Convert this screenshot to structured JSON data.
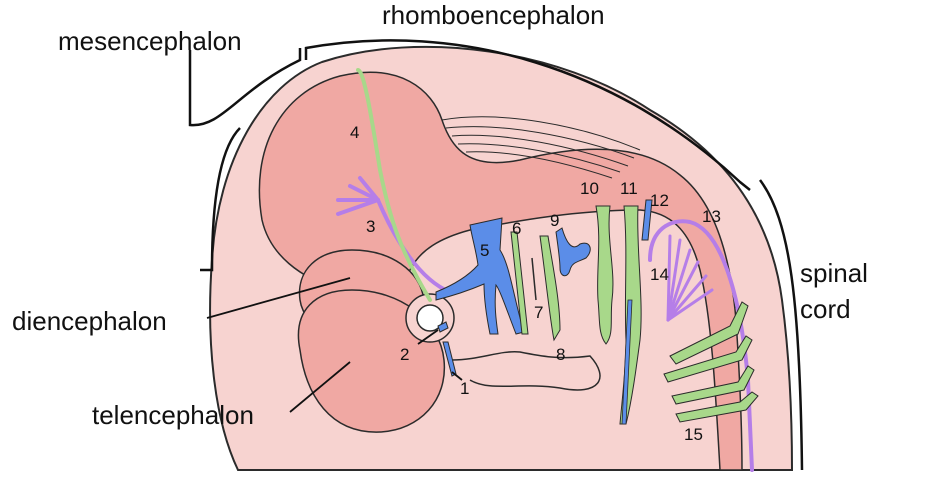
{
  "regions": {
    "mesencephalon": "mesencephalon",
    "rhombencephalon": "rhomboencephalon",
    "spinal_line1": "spinal",
    "spinal_line2": "cord",
    "diencephalon": "diencephalon",
    "telencephalon": "telencephalon"
  },
  "nerves": [
    {
      "id": "n1",
      "label": "1",
      "kind": "sensory"
    },
    {
      "id": "n2",
      "label": "2",
      "kind": "sensory"
    },
    {
      "id": "n3",
      "label": "3",
      "kind": "motor"
    },
    {
      "id": "n4",
      "label": "4",
      "kind": "mixed"
    },
    {
      "id": "n5",
      "label": "5",
      "kind": "sensory"
    },
    {
      "id": "n6",
      "label": "6",
      "kind": "mixed"
    },
    {
      "id": "n7",
      "label": "7",
      "kind": "mixed"
    },
    {
      "id": "n8",
      "label": "8",
      "kind": "mixed"
    },
    {
      "id": "n9",
      "label": "9",
      "kind": "sensory"
    },
    {
      "id": "n10",
      "label": "10",
      "kind": "mixed"
    },
    {
      "id": "n11",
      "label": "11",
      "kind": "mixed"
    },
    {
      "id": "n12",
      "label": "12",
      "kind": "sensory"
    },
    {
      "id": "n13",
      "label": "13",
      "kind": "motor"
    },
    {
      "id": "n14",
      "label": "14",
      "kind": "motor"
    },
    {
      "id": "n15",
      "label": "15",
      "kind": "mixed"
    }
  ],
  "colors": {
    "outer_tissue": "#f7d3d0",
    "neural_tube": "#f0a8a3",
    "outline": "#2b2b2b",
    "sensory": "#5b8de8",
    "motor": "#b57ee8",
    "mixed": "#a8d88a",
    "text": "#111111"
  }
}
